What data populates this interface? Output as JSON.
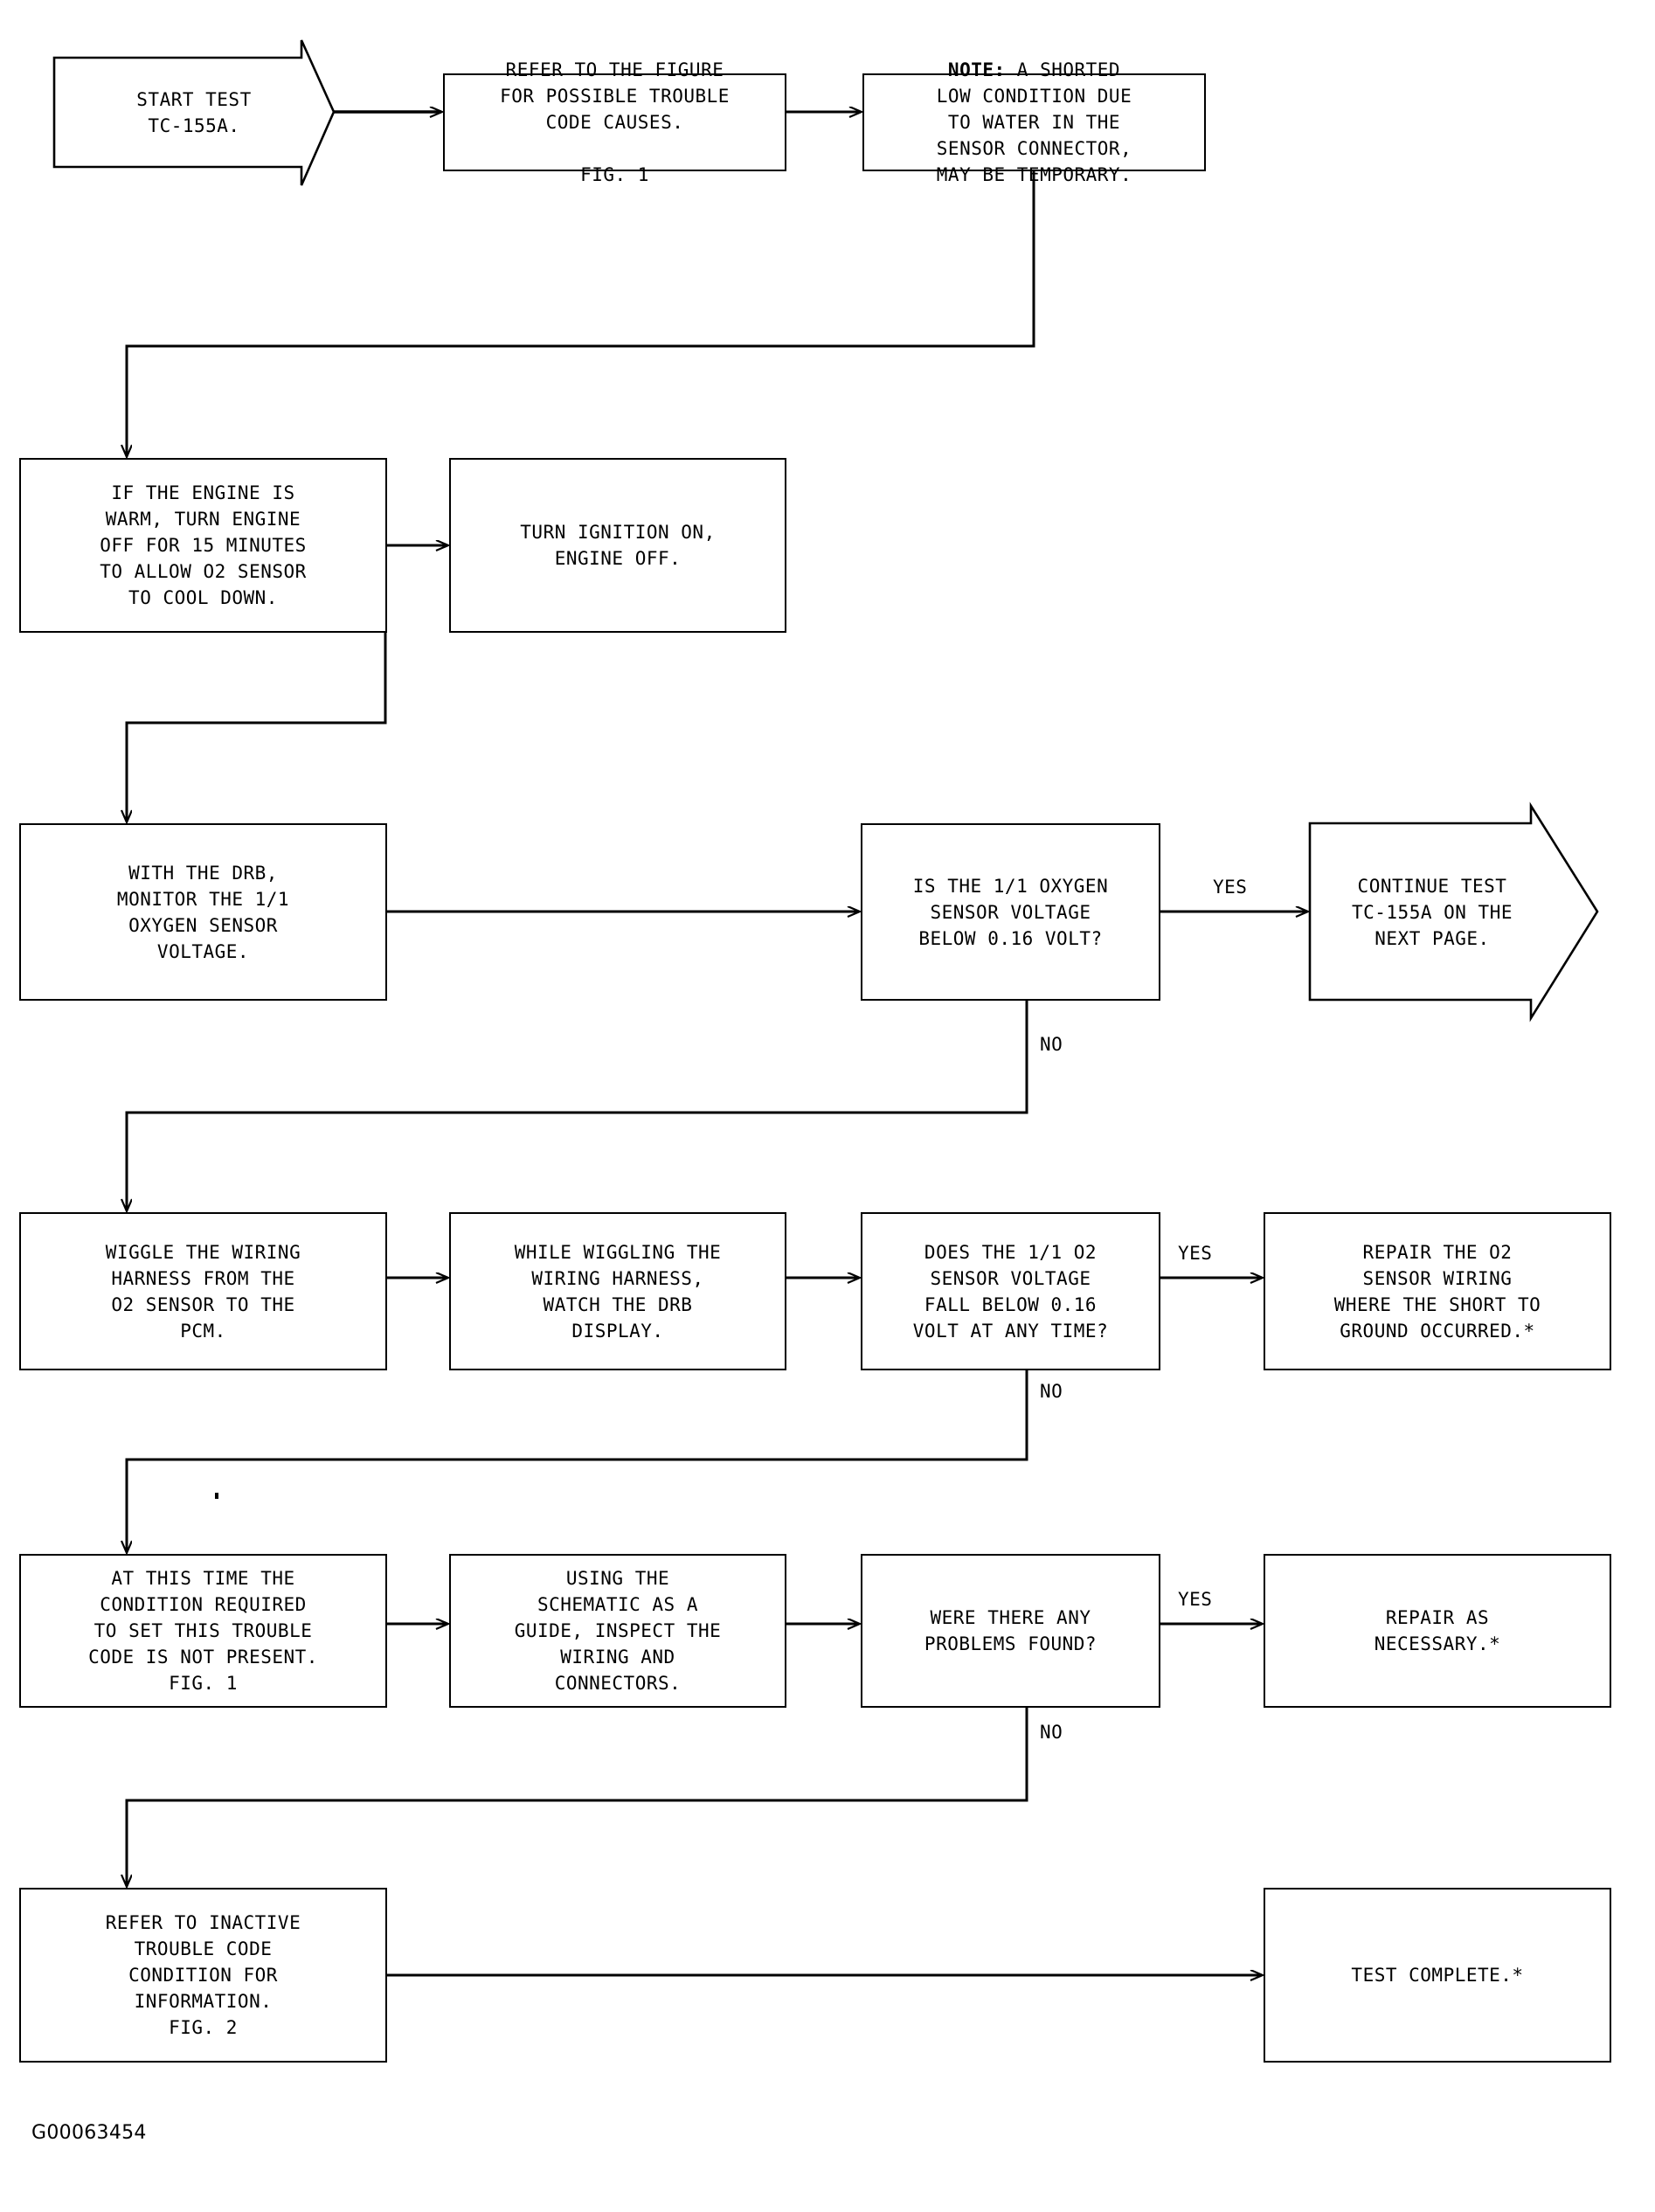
{
  "figure": {
    "id": "G00063454",
    "title": "Trouble Code Test TC-155A Flow Chart"
  },
  "nodes": {
    "start": {
      "label": "START TEST\nTC-155A.",
      "shape": "arrow-right-pentagon"
    },
    "refer_figure": {
      "label": "REFER TO THE FIGURE\nFOR POSSIBLE TROUBLE\nCODE CAUSES.\n\nFIG. 1",
      "shape": "rectangle"
    },
    "note": {
      "bold_prefix": "NOTE:",
      "label": " A SHORTED\nLOW CONDITION DUE\nTO WATER IN THE\nSENSOR CONNECTOR,\nMAY BE TEMPORARY.",
      "shape": "rectangle"
    },
    "cool_down": {
      "label": "IF THE ENGINE IS\nWARM, TURN ENGINE\nOFF FOR 15 MINUTES\nTO ALLOW O2 SENSOR\nTO COOL DOWN.",
      "shape": "rectangle"
    },
    "ignition_on": {
      "label": "TURN IGNITION ON,\nENGINE OFF.",
      "shape": "rectangle"
    },
    "monitor_drb": {
      "label": "WITH THE DRB,\nMONITOR THE 1/1\nOXYGEN SENSOR\nVOLTAGE.",
      "shape": "rectangle"
    },
    "decision_voltage": {
      "label": "IS THE 1/1 OXYGEN\nSENSOR VOLTAGE\nBELOW 0.16 VOLT?",
      "shape": "rectangle"
    },
    "continue_next_page": {
      "label": "CONTINUE TEST\nTC-155A ON THE\nNEXT PAGE.",
      "shape": "arrow-right-pentagon"
    },
    "wiggle_harness": {
      "label": "WIGGLE THE WIRING\nHARNESS FROM THE\nO2 SENSOR TO THE\nPCM.",
      "shape": "rectangle"
    },
    "watch_drb": {
      "label": "WHILE WIGGLING THE\nWIRING HARNESS,\nWATCH THE DRB\nDISPLAY.",
      "shape": "rectangle"
    },
    "decision_fall": {
      "label": "DOES THE 1/1 O2\nSENSOR VOLTAGE\nFALL BELOW 0.16\nVOLT AT ANY TIME?",
      "shape": "rectangle"
    },
    "repair_wiring": {
      "label": "REPAIR THE O2\nSENSOR WIRING\nWHERE THE SHORT TO\nGROUND OCCURRED.*",
      "shape": "rectangle"
    },
    "not_present": {
      "label": "AT THIS TIME THE\nCONDITION REQUIRED\nTO SET THIS TROUBLE\nCODE IS NOT PRESENT.\nFIG. 1",
      "shape": "rectangle"
    },
    "inspect_wiring": {
      "label": "USING THE\nSCHEMATIC AS A\nGUIDE, INSPECT THE\nWIRING AND\nCONNECTORS.",
      "shape": "rectangle"
    },
    "decision_problems": {
      "label": "WERE THERE ANY\nPROBLEMS FOUND?",
      "shape": "rectangle"
    },
    "repair_necessary": {
      "label": "REPAIR AS\nNECESSARY.*",
      "shape": "rectangle"
    },
    "inactive_code": {
      "label": "REFER TO INACTIVE\nTROUBLE CODE\nCONDITION FOR\nINFORMATION.\nFIG. 2",
      "shape": "rectangle"
    },
    "test_complete": {
      "label": "TEST COMPLETE.*",
      "shape": "rectangle"
    }
  },
  "edge_labels": {
    "yes_voltage": "YES",
    "no_voltage": "NO",
    "yes_fall": "YES",
    "no_fall": "NO",
    "yes_problems": "YES",
    "no_problems": "NO"
  },
  "colors": {
    "line": "#000000",
    "text": "#000000",
    "background": "#ffffff"
  }
}
